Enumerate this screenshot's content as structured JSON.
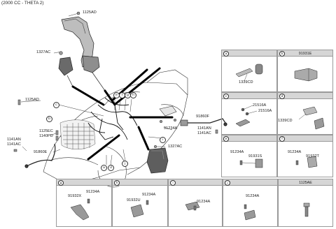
{
  "header": {
    "title": "(2000 CC - THETA 2)"
  },
  "main_labels": {
    "l_1125AD_top": "1125AD",
    "l_1327AC_top": "1327AC",
    "l_1125AD_left": "1125AD",
    "l_1125EC": "1125EC",
    "l_1140PD": "1140PD",
    "l_1141AN_left": "1141AN",
    "l_1141AC_left": "1141AC",
    "l_91860E": "91860E",
    "l_91860F": "91860F",
    "l_91234A": "91234A",
    "l_1141AN_right": "1141AN",
    "l_1141AC_right": "1141AC",
    "l_1327AC_right": "1327AC"
  },
  "callouts": [
    "a",
    "b",
    "c",
    "d",
    "e",
    "f",
    "g",
    "h",
    "i",
    "j"
  ],
  "detail_cells": {
    "a": {
      "letter": "a",
      "part": "",
      "labels": [
        "1339CD"
      ]
    },
    "b": {
      "letter": "b",
      "part": "91931E",
      "labels": []
    },
    "c": {
      "letter": "c",
      "part": "",
      "labels": [
        "21516A",
        "21516A"
      ]
    },
    "d": {
      "letter": "d",
      "part": "",
      "labels": [
        "1339CD"
      ]
    },
    "e": {
      "letter": "e",
      "part": "",
      "labels": [
        "91234A",
        "91931S"
      ]
    },
    "f": {
      "letter": "f",
      "part": "",
      "labels": [
        "91234A",
        "91932T"
      ]
    },
    "g": {
      "letter": "g",
      "part": "",
      "labels": [
        "91234A",
        "91932X"
      ]
    },
    "h": {
      "letter": "h",
      "part": "",
      "labels": [
        "91234A",
        "91932U"
      ]
    },
    "i": {
      "letter": "i",
      "part": "",
      "labels": [
        "91234A"
      ]
    },
    "j": {
      "letter": "j",
      "part": "",
      "labels": [
        "91234A"
      ]
    },
    "k": {
      "letter": "",
      "part": "1125AE",
      "labels": []
    }
  },
  "colors": {
    "line": "#222222",
    "cell_header": "#d6d6d6",
    "cell_border": "#9a9a9a"
  }
}
